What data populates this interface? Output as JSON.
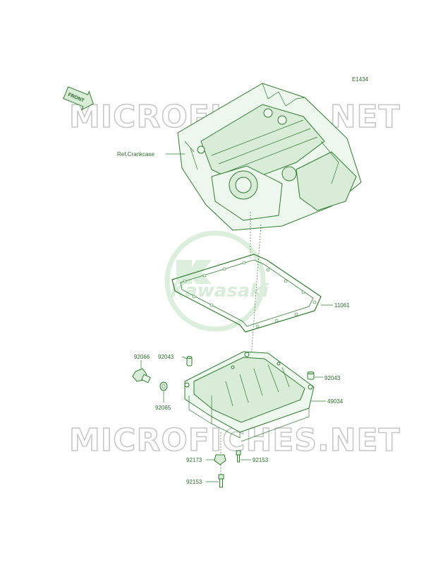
{
  "diagram_code": "E1434",
  "front_label": "FRONT",
  "watermark_text": "MICROFICHES.NET",
  "logo_text": "Kawasaki",
  "labels": {
    "ref_crankcase": "Ref.Crankcase",
    "gasket": "11061",
    "drain_plug": "92066",
    "dowel_left": "92043",
    "dowel_right": "92043",
    "oil_pan": "49034",
    "washer": "92065",
    "bolt_center": "92153",
    "fitting": "92173",
    "bolt_bottom": "92153"
  },
  "colors": {
    "part_line": "#2f7d2f",
    "label": "#2a6e2a",
    "watermark": "#c8c8c8",
    "logo": "#d9ecd9"
  }
}
